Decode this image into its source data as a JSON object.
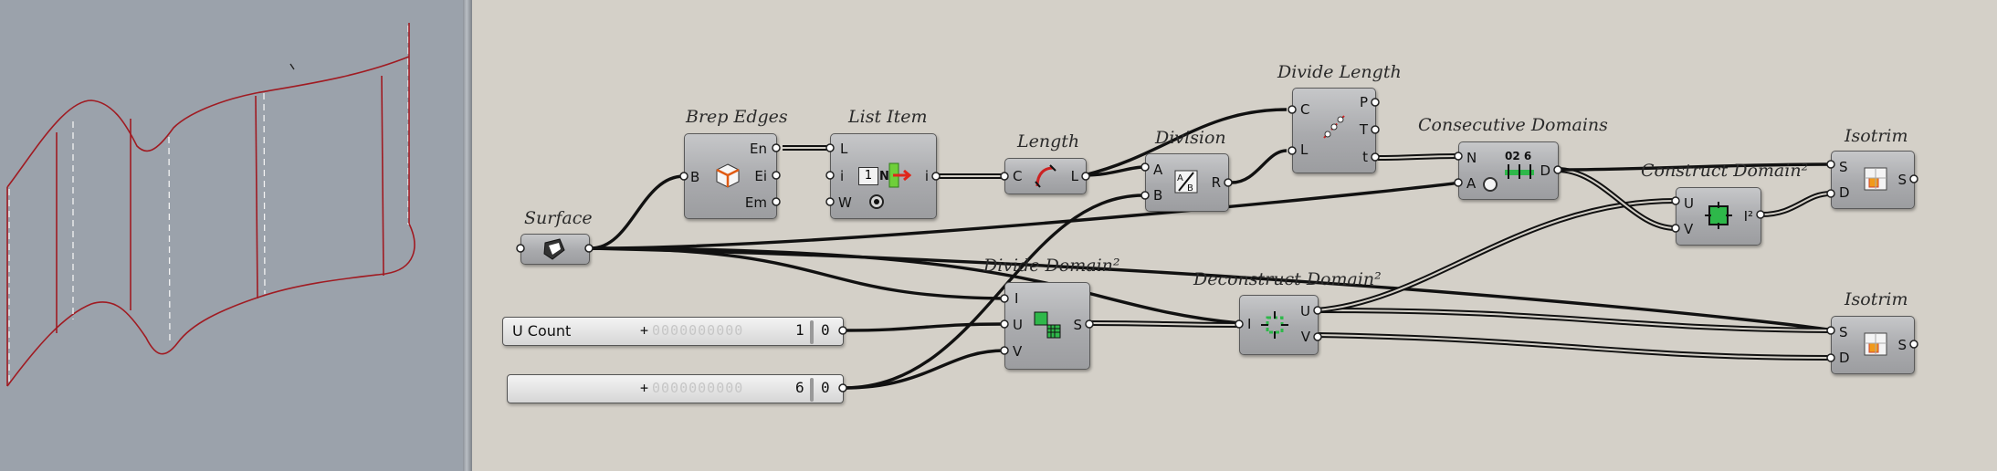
{
  "canvas": {
    "components": {
      "surface": {
        "title": "Surface"
      },
      "brep_edges": {
        "title": "Brep Edges",
        "outputs": [
          "En",
          "Ei",
          "Em"
        ],
        "input": "B"
      },
      "list_item": {
        "title": "List Item",
        "inputs": [
          "L",
          "i",
          "W"
        ],
        "output": "i",
        "index_value": "1"
      },
      "length": {
        "title": "Length",
        "input": "C",
        "output": "L"
      },
      "division": {
        "title": "Division",
        "inputs": [
          "A",
          "B"
        ],
        "output": "R"
      },
      "divide_length": {
        "title": "Divide Length",
        "inputs": [
          "C",
          "L"
        ],
        "outputs": [
          "P",
          "T",
          "t"
        ]
      },
      "consecutive_domains": {
        "title": "Consecutive Domains",
        "inputs": [
          "N",
          "A"
        ],
        "output": "D",
        "icon_text": "02 6"
      },
      "isotrim_top": {
        "title": "Isotrim",
        "inputs": [
          "S",
          "D"
        ],
        "output": "S"
      },
      "construct_domain2": {
        "title": "Construct Domain²",
        "inputs": [
          "U",
          "V"
        ],
        "output": "I²"
      },
      "divide_domain2": {
        "title": "Divide Domain²",
        "inputs": [
          "I",
          "U",
          "V"
        ],
        "output": "S"
      },
      "deconstruct_domain2": {
        "title": "Deconstruct Domain²",
        "input": "I",
        "outputs": [
          "U",
          "V"
        ]
      },
      "isotrim_bottom": {
        "title": "Isotrim",
        "inputs": [
          "S",
          "D"
        ],
        "output": "S"
      }
    },
    "sliders": [
      {
        "name": "U Count",
        "plus": "+",
        "track": "0000000000",
        "digit": "1",
        "value": "0"
      },
      {
        "name": "",
        "plus": "+",
        "track": "0000000000",
        "digit": "6",
        "value": "0"
      }
    ]
  },
  "colors": {
    "canvas": "#d4d0c8",
    "viewport": "#9ba2ab",
    "curve": "#a01b22",
    "wire": "#111111"
  }
}
